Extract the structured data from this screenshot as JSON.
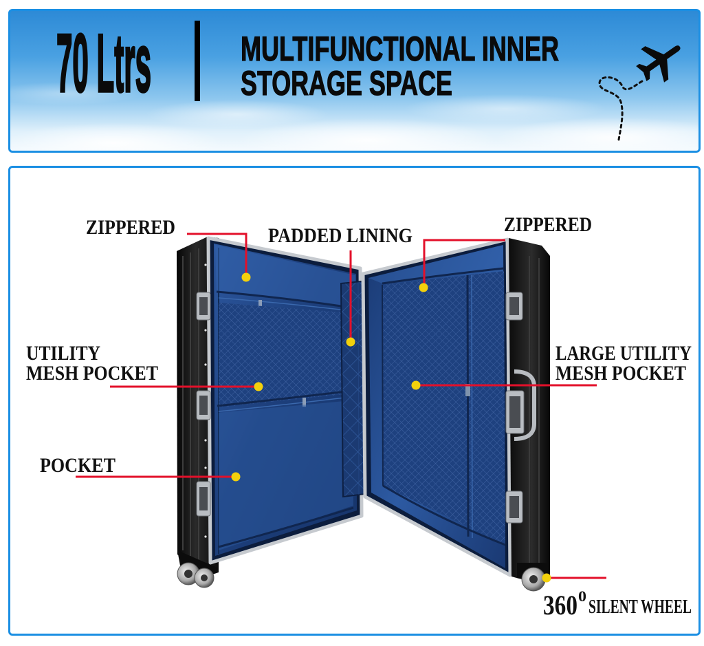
{
  "banner": {
    "capacity": "70 Ltrs",
    "title_line1": "MULTIFUNCTIONAL INNER",
    "title_line2": "STORAGE SPACE",
    "icon": "airplane-icon"
  },
  "callouts": {
    "zippered_left": "ZIPPERED",
    "padded_lining": "PADDED LINING",
    "zippered_right": "ZIPPERED",
    "utility_line1": "UTILITY",
    "utility_line2": "MESH POCKET",
    "large_utility_line1": "LARGE UTILITY",
    "large_utility_line2": "MESH POCKET",
    "pocket": "POCKET",
    "wheel_number": "360",
    "wheel_degree": "0",
    "wheel_text": "SILENT WHEEL"
  },
  "colors": {
    "frame_border": "#1b8fe3",
    "callout_line": "#e3102a",
    "callout_dot": "#f3d10c",
    "lining": "#1f4684",
    "shell": "#151515"
  }
}
